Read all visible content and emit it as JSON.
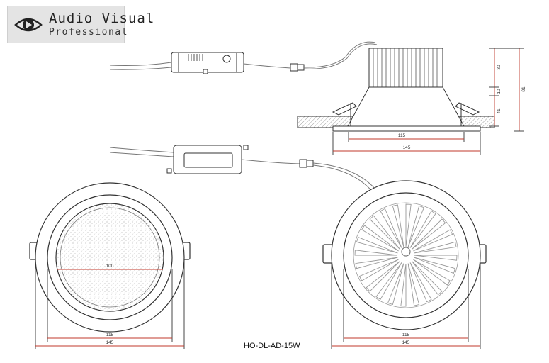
{
  "logo": {
    "line1": "Audio Visual",
    "line2": "Professional"
  },
  "model": "HO-DL-AD-15W",
  "side_view": {
    "width_inner": "115",
    "width_outer": "145",
    "height_top": "30",
    "height_mid": "10",
    "height_bottom": "41",
    "height_total": "81"
  },
  "front_view": {
    "lens_diameter": "100",
    "cutout": "115",
    "overall": "145"
  },
  "back_view": {
    "cutout": "115",
    "overall": "145"
  },
  "colors": {
    "dimension_line": "#c0392b",
    "outline": "#333333",
    "logo_bg": "#e4e4e4"
  }
}
